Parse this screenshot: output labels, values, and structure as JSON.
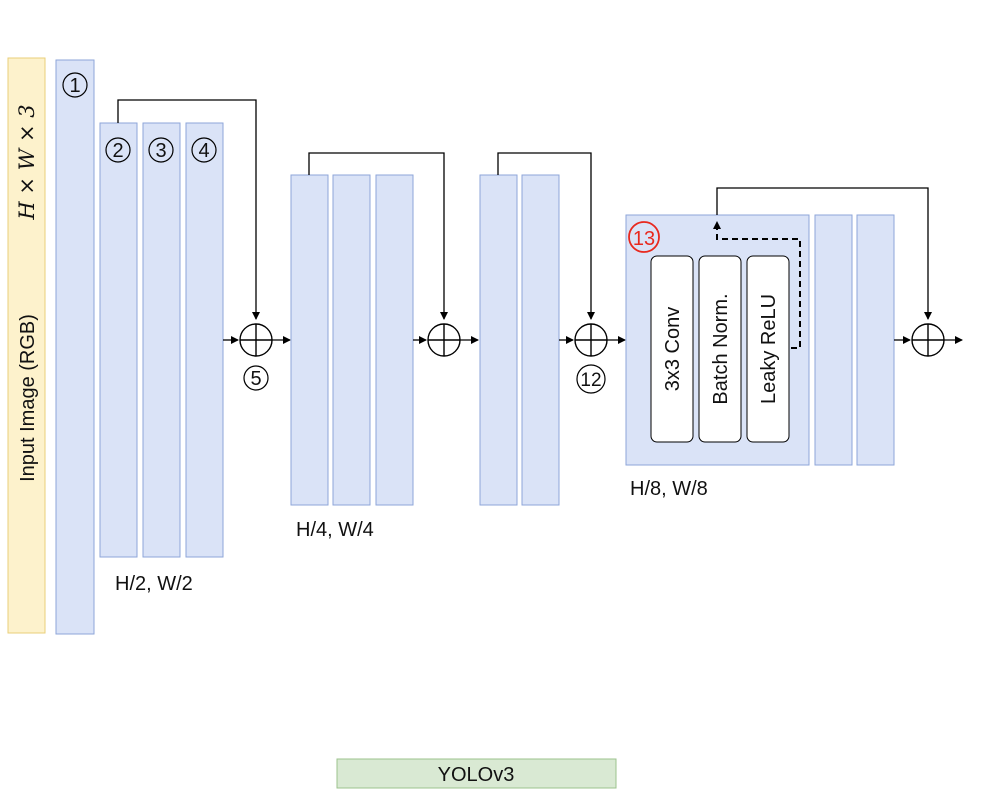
{
  "input_panel": {
    "label": "Input Image (RGB)",
    "dims": "H × W × 3"
  },
  "markers": {
    "m1": "①",
    "m2": "②",
    "m3": "③",
    "m4": "④",
    "m5": "⑤",
    "m12": "⑫",
    "m13": "13"
  },
  "scales": {
    "half": "H/2, W/2",
    "quarter": "H/4, W/4",
    "eighth": "H/8, W/8"
  },
  "ops": {
    "conv": "3x3 Conv",
    "bn": "Batch Norm.",
    "act": "Leaky ReLU"
  },
  "caption": "YOLOv3",
  "colors": {
    "input_fill": "#fdf2cc",
    "block_fill": "#dae3f7",
    "caption_fill": "#d9e9d3",
    "marker_accent": "#e8291f"
  }
}
